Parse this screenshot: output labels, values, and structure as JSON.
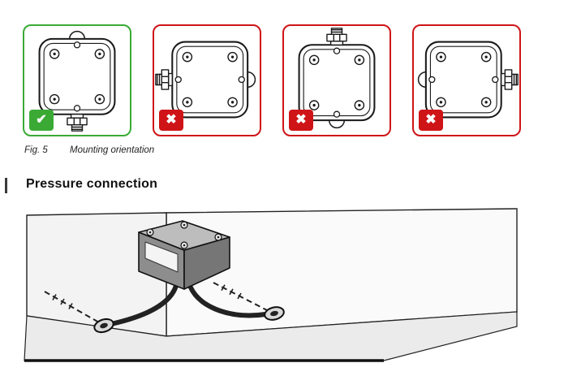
{
  "figure": {
    "label": "Fig. 5",
    "caption": "Mounting orientation",
    "panels": [
      {
        "gland_position": "down",
        "status": "correct"
      },
      {
        "gland_position": "left",
        "status": "incorrect"
      },
      {
        "gland_position": "up",
        "status": "incorrect"
      },
      {
        "gland_position": "right",
        "status": "incorrect"
      }
    ]
  },
  "section": {
    "title": "Pressure connection"
  },
  "icons": {
    "check_icon": "✔",
    "cross_icon": "✖"
  },
  "colors": {
    "ok": "#3aaa35",
    "error": "#cf1417"
  }
}
